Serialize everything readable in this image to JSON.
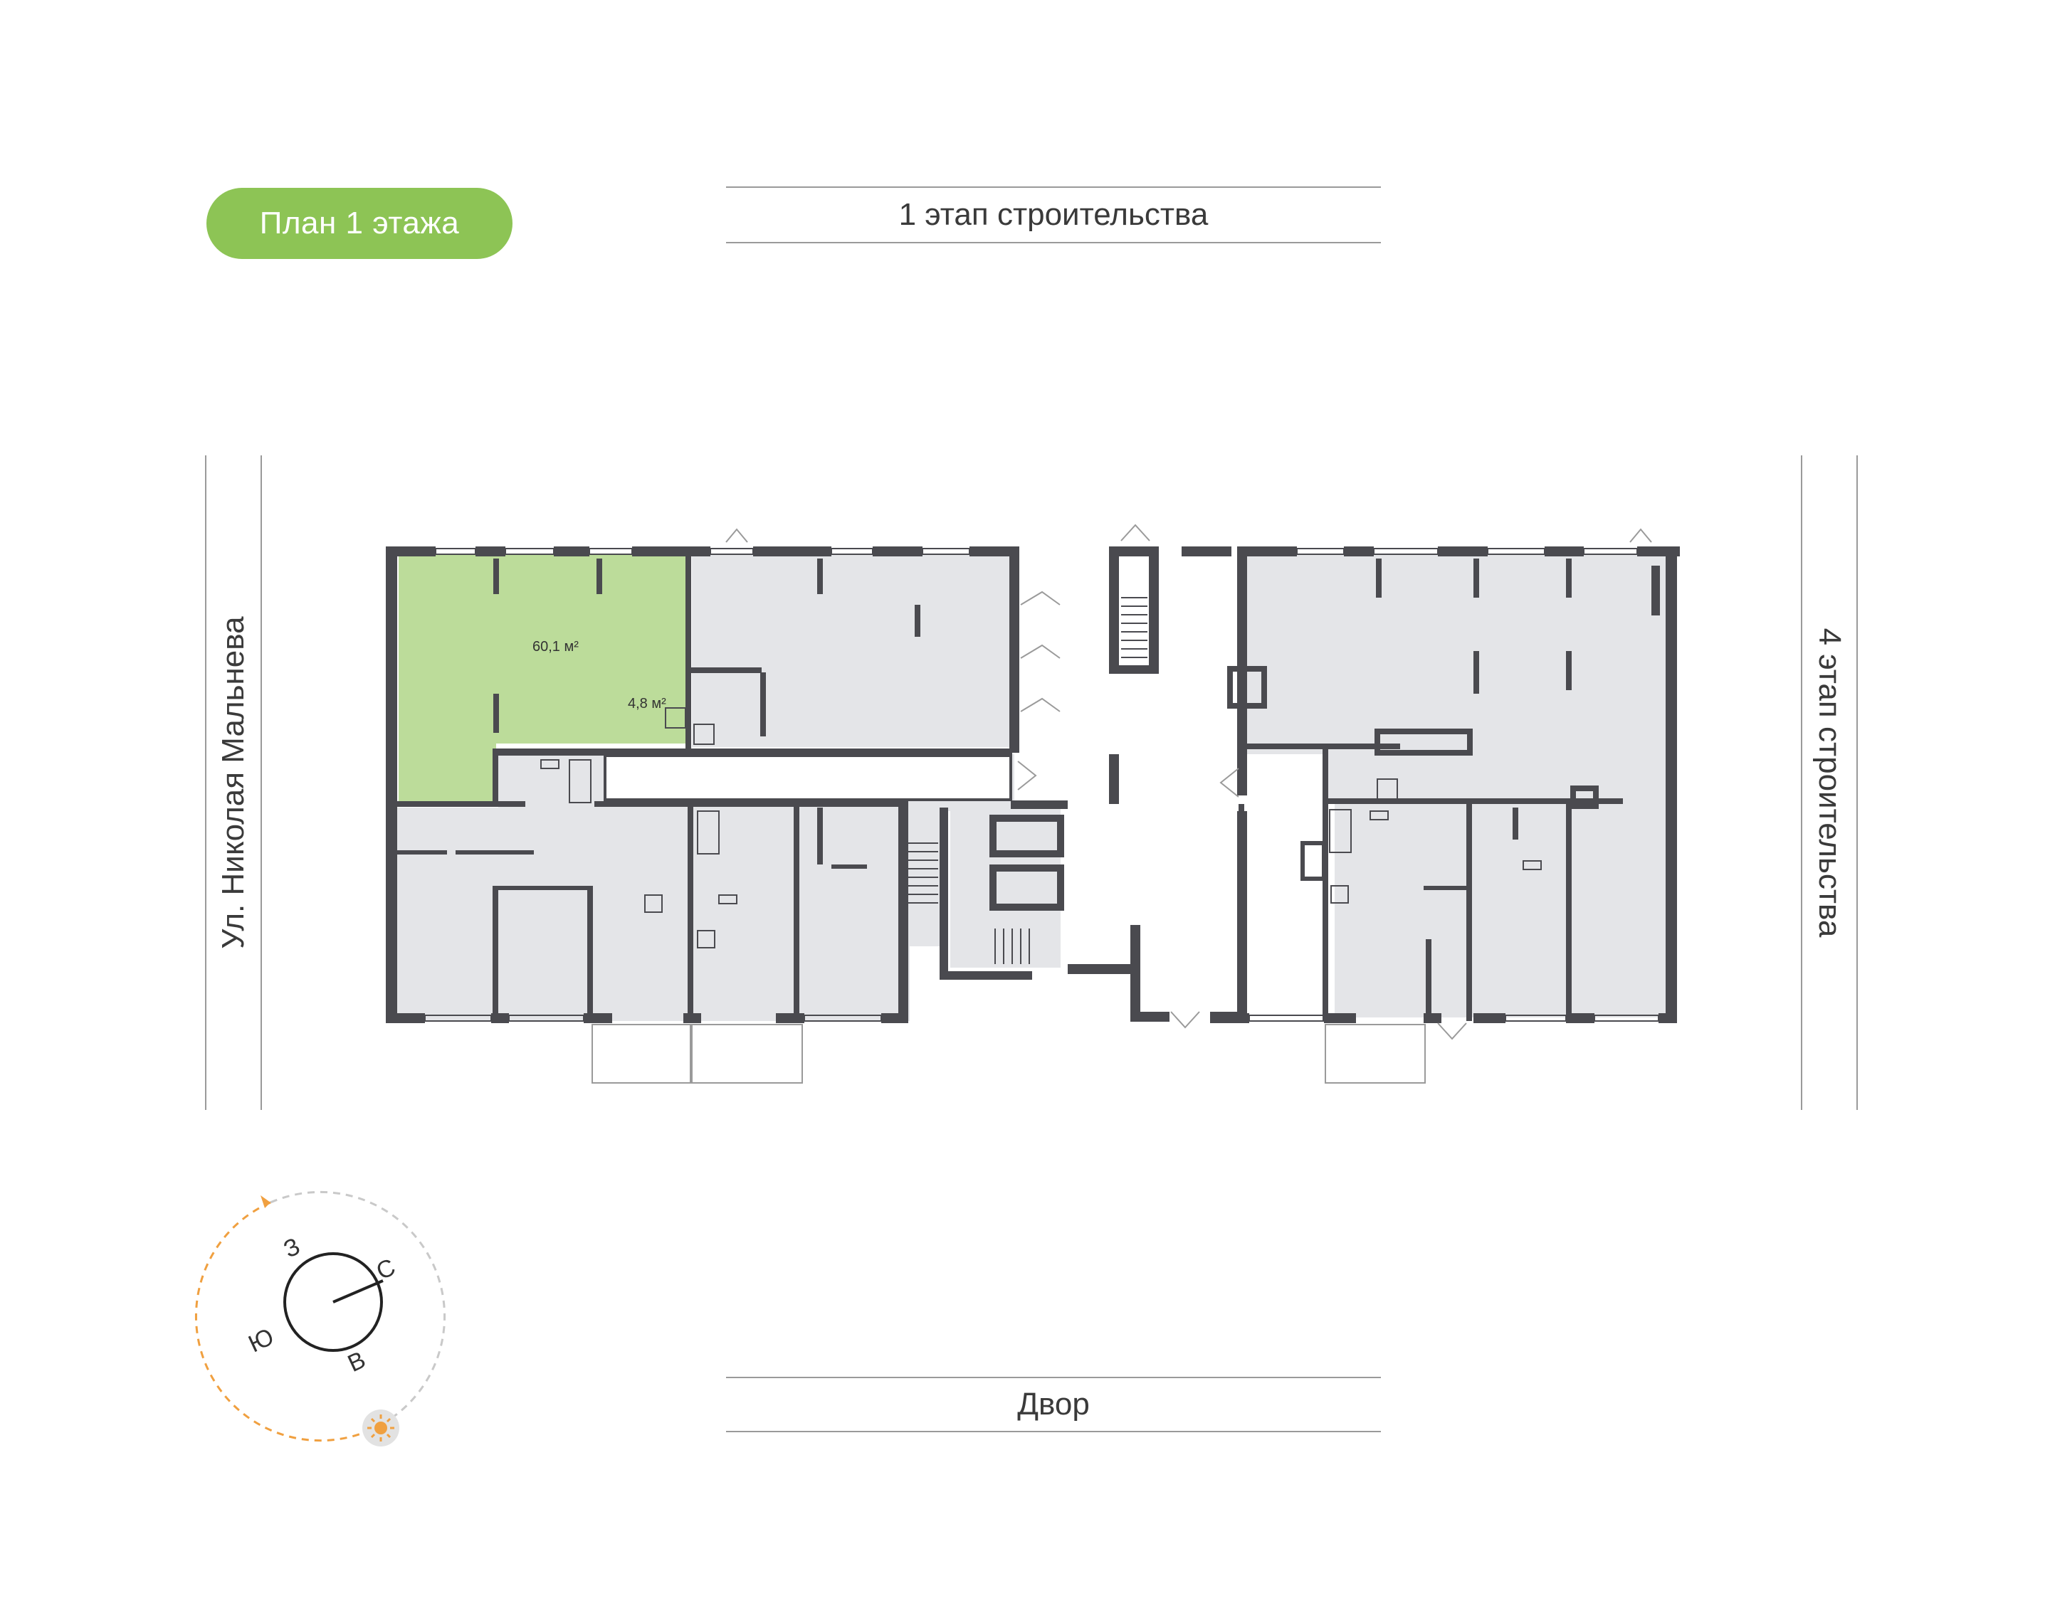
{
  "floor_badge": "План 1 этажа",
  "labels": {
    "top": "1 этап строительства",
    "bottom": "Двор",
    "left": "Ул. Николая Мальнева",
    "right": "4 этап строительства"
  },
  "highlighted_unit": {
    "main_area": "60,1 м²",
    "bathroom_area": "4,8 м²"
  },
  "compass": {
    "west": "З",
    "north": "С",
    "south": "Ю",
    "east": "В"
  },
  "colors": {
    "badge": "#8dc455",
    "highlight_fill": "#bcdc9a",
    "room_fill": "#e4e5e8",
    "wall": "#4a4a4f",
    "sun_path": "#f0a040",
    "sun_icon_bg": "#e2e2e2"
  }
}
